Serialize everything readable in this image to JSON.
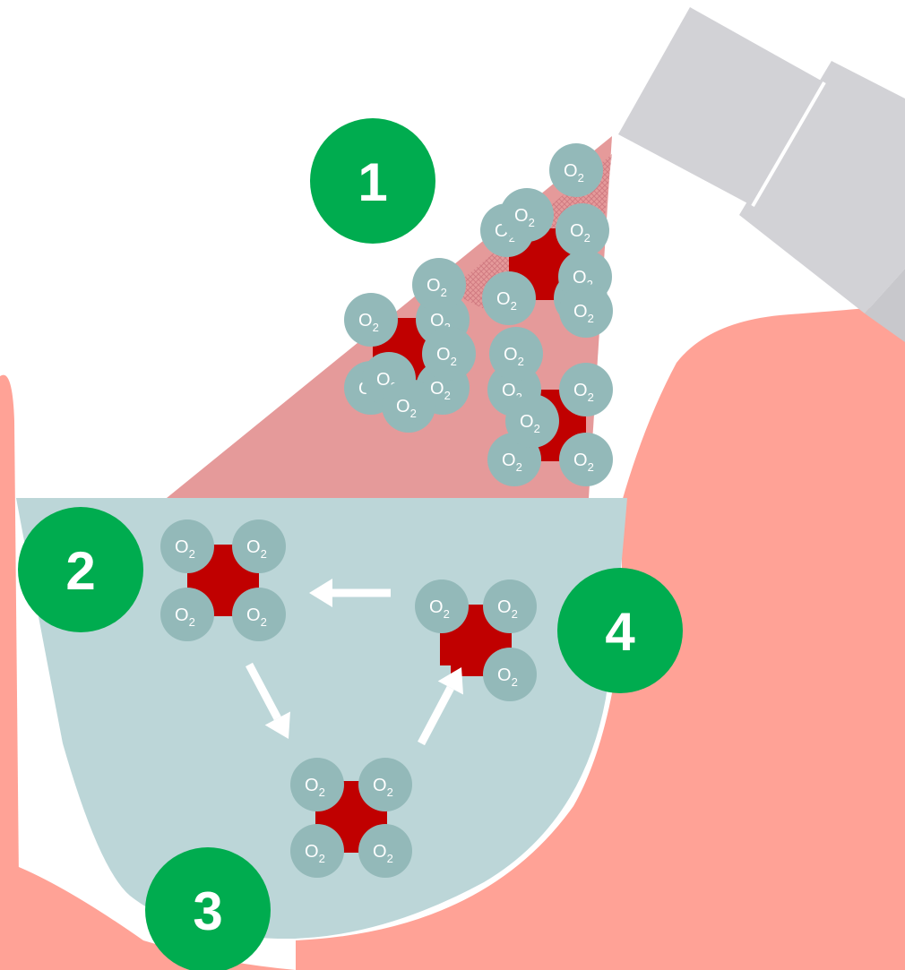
{
  "molecule_label": {
    "main": "O",
    "subscript": "2"
  },
  "steps": [
    "1",
    "2",
    "3",
    "4"
  ],
  "colors": {
    "tissue": "#ffa296",
    "fluid": "#bcd6d8",
    "spray_cone": "#e59a9a",
    "carrier": "#c00000",
    "oxygen": "#93b9b9",
    "step_badge": "#00ac4f",
    "arrow": "#ffffff",
    "device": "#d2d2d6"
  }
}
